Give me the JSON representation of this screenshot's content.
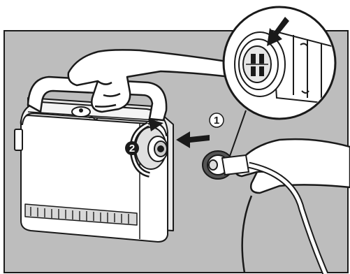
{
  "illustration": {
    "steps": [
      {
        "number": "1"
      },
      {
        "number": "2"
      }
    ],
    "icons": [
      "product-unit",
      "carry-handle",
      "hand-icon",
      "power-connector",
      "power-plug",
      "cable",
      "magnified-connector-callout",
      "insert-arrow-icon",
      "rotate-arrow-icon",
      "indicator-arrow-icon"
    ],
    "colors": {
      "background_panel": "#bdbdbd",
      "outline": "#1a1a1a",
      "unit_body": "#ffffff",
      "skin": "#ffffff",
      "dark_accent": "#333333"
    }
  }
}
